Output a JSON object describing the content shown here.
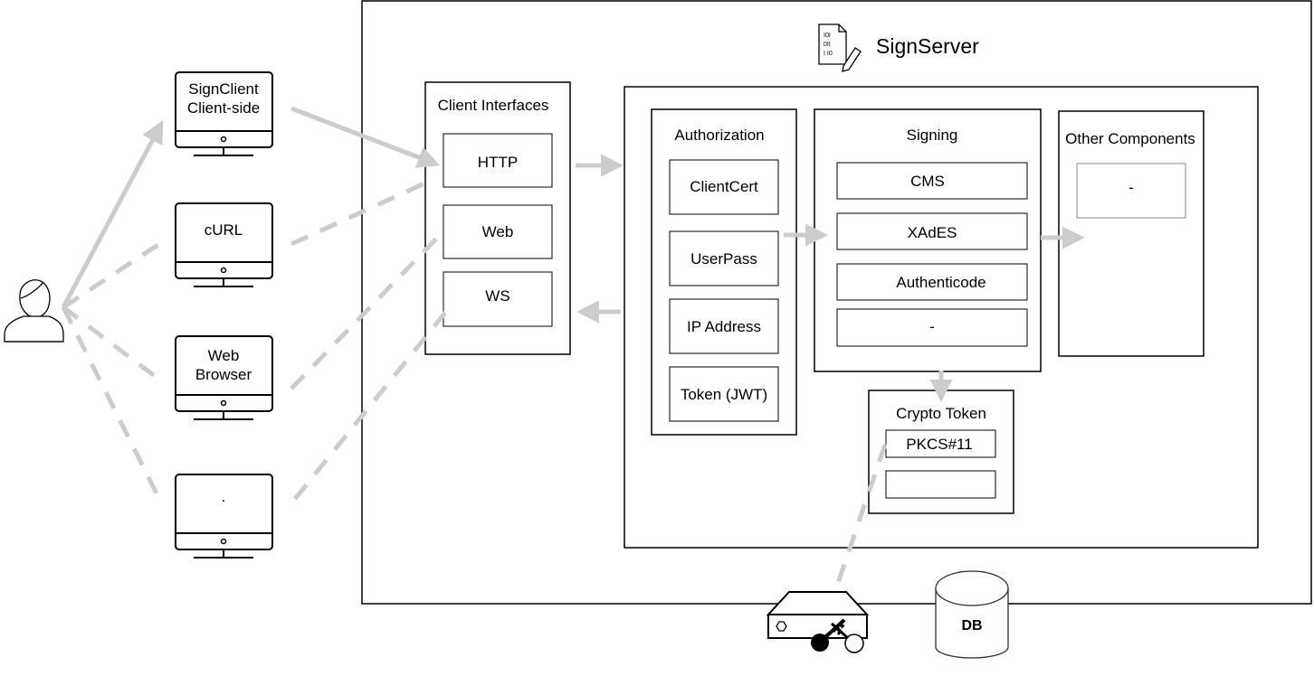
{
  "server": {
    "title": "SignServer",
    "icon": "document-pen-icon"
  },
  "clients": [
    {
      "line1": "SignClient",
      "line2": "Client-side"
    },
    {
      "line1": "cURL",
      "line2": ""
    },
    {
      "line1": "Web",
      "line2": "Browser"
    },
    {
      "line1": ".",
      "line2": ""
    }
  ],
  "client_interfaces": {
    "title": "Client Interfaces",
    "items": [
      "HTTP",
      "Web",
      "WS"
    ]
  },
  "authorization": {
    "title": "Authorization",
    "items": [
      "ClientCert",
      "UserPass",
      "IP Address",
      "Token (JWT)"
    ]
  },
  "signing": {
    "title": "Signing",
    "items": [
      "CMS",
      "XAdES",
      "Authenticode",
      "-"
    ]
  },
  "other_components": {
    "title": "Other Components",
    "items": [
      "-"
    ]
  },
  "crypto_token": {
    "title": "Crypto Token",
    "items": [
      "PKCS#11",
      ""
    ]
  },
  "db": {
    "label": "DB"
  },
  "colors": {
    "connector": "#cccccc",
    "outline": "#000000"
  }
}
